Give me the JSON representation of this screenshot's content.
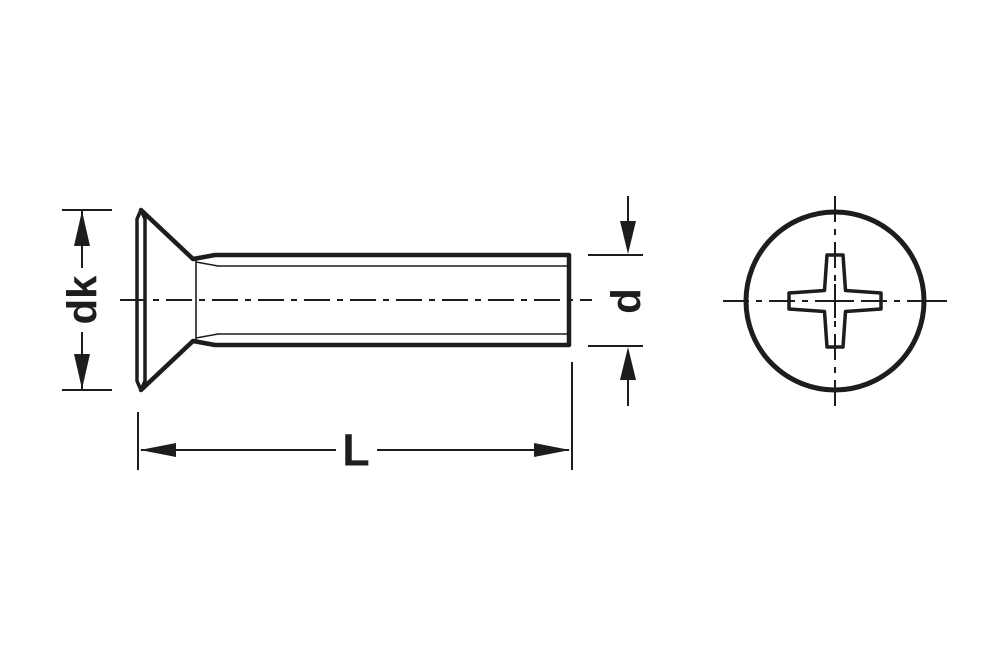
{
  "drawing": {
    "subject": "countersunk-phillips-screw-two-view-drawing",
    "colors": {
      "line": "#1d1d1b",
      "background": "#ffffff"
    },
    "labels": {
      "head_diameter": "dk",
      "thread_diameter": "d",
      "length": "L"
    }
  }
}
